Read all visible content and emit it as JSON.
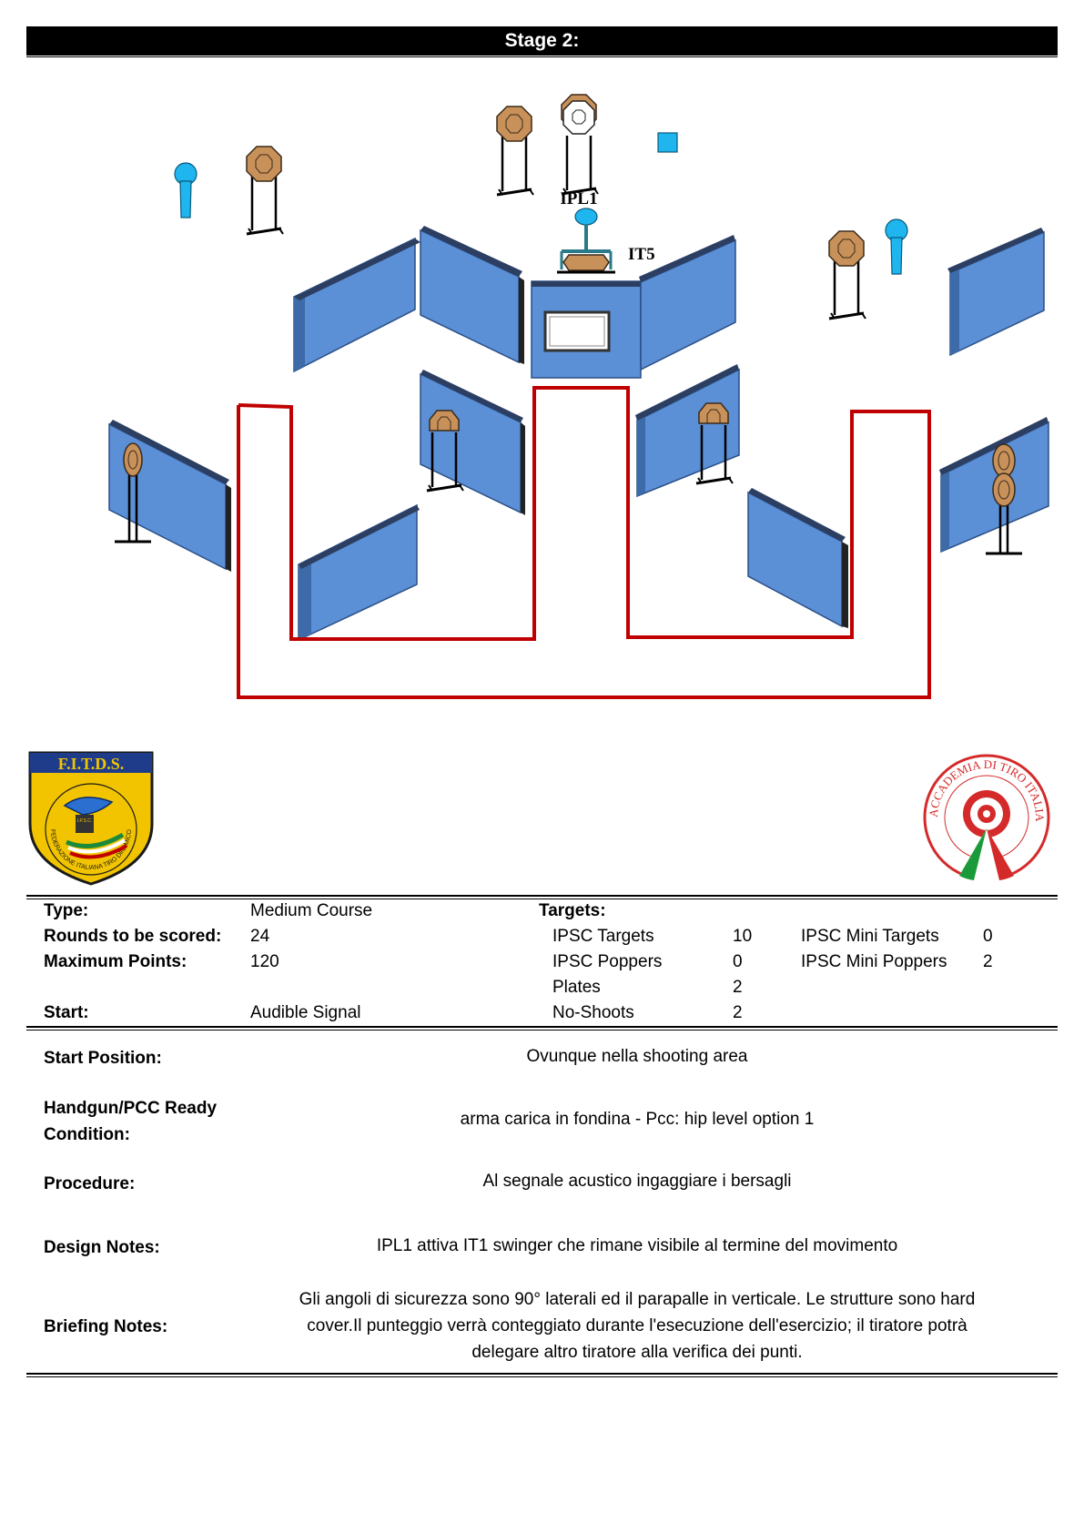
{
  "stage_title": "Stage 2:",
  "diagram_labels": {
    "ipl1": "IPL1",
    "it5": "IT5"
  },
  "logos": {
    "fitds_text": "F.I.T.D.S.",
    "fitds_ring_text": "FEDERAZIONE ITALIANA TIRO DINAMICO SPORTIVO",
    "fitds_shield_text": "I.P.S.C.",
    "accademia_ring_text": "ACCADEMIA DI TIRO ITALIANA"
  },
  "colors": {
    "wall": "#5b8fd6",
    "fault_line": "#c00000",
    "target": "#c8915a",
    "popper": "#1fb6f0"
  },
  "info": {
    "type_label": "Type:",
    "type_value": "Medium Course",
    "rounds_label": "Rounds to be scored:",
    "rounds_value": "24",
    "points_label": "Maximum Points:",
    "points_value": "120",
    "start_label": "Start:",
    "start_value": "Audible Signal",
    "targets_label": "Targets:",
    "ipsc_targets_label": "IPSC Targets",
    "ipsc_targets_value": "10",
    "ipsc_poppers_label": "IPSC Poppers",
    "ipsc_poppers_value": "0",
    "plates_label": "Plates",
    "plates_value": "2",
    "noshoots_label": "No-Shoots",
    "noshoots_value": "2",
    "mini_targets_label": "IPSC Mini Targets",
    "mini_targets_value": "0",
    "mini_poppers_label": "IPSC Mini Poppers",
    "mini_poppers_value": "2"
  },
  "details": {
    "start_position_label": "Start Position:",
    "start_position_value": "Ovunque nella shooting area",
    "ready_label_line1": "Handgun/PCC Ready",
    "ready_label_line2": "Condition:",
    "ready_value": "arma carica in fondina - Pcc: hip level option 1",
    "procedure_label": "Procedure:",
    "procedure_value": "Al segnale acustico ingaggiare i bersagli",
    "design_label": "Design Notes:",
    "design_value": "IPL1 attiva IT1 swinger che rimane visibile al termine del movimento",
    "briefing_label": "Briefing Notes:",
    "briefing_line1": "Gli angoli di sicurezza sono 90° laterali ed il parapalle in verticale. Le strutture sono hard",
    "briefing_line2": "cover.Il punteggio verrà conteggiato durante l'esecuzione dell'esercizio; il tiratore potrà",
    "briefing_line3": "delegare altro tiratore alla verifica  dei punti."
  }
}
